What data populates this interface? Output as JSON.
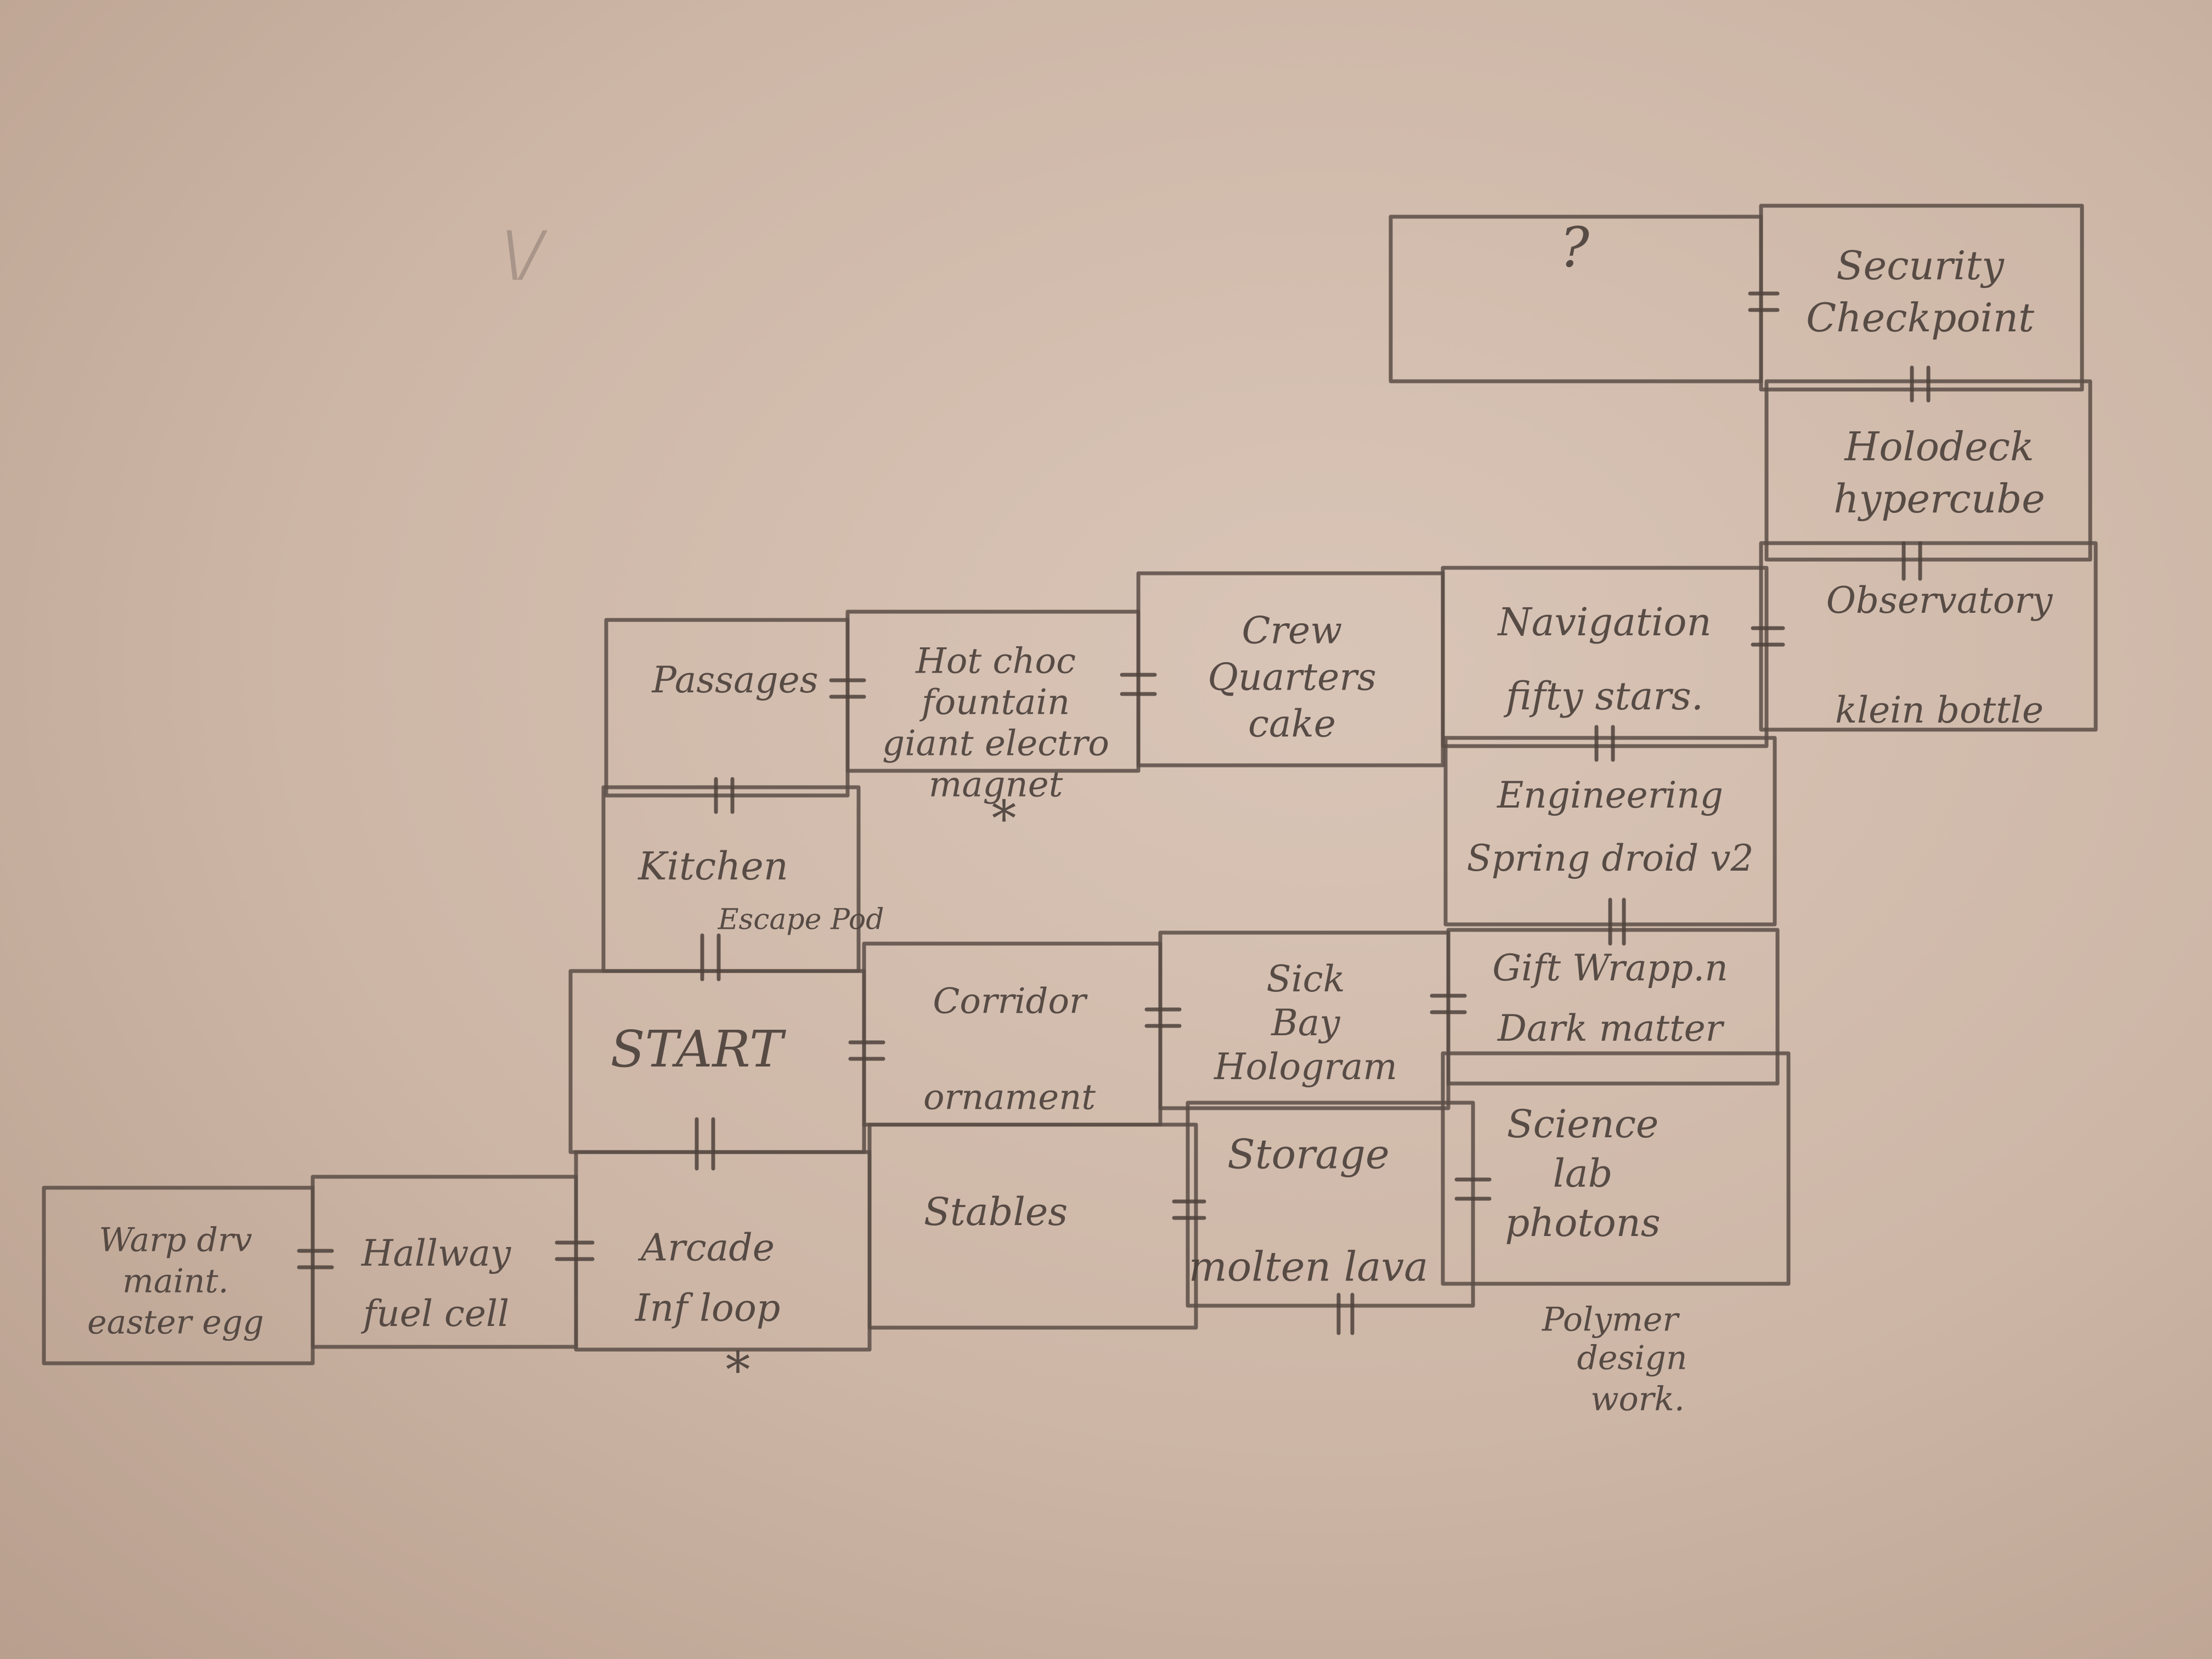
{
  "map": {
    "rooms": [
      {
        "id": "unknown",
        "lines": [
          "?"
        ]
      },
      {
        "id": "security-checkpoint",
        "lines": [
          "Security",
          "Checkpoint"
        ]
      },
      {
        "id": "holodeck",
        "lines": [
          "Holodeck",
          "hypercube"
        ]
      },
      {
        "id": "observatory",
        "lines": [
          "Observatory",
          "klein bottle"
        ]
      },
      {
        "id": "navigation",
        "lines": [
          "Navigation",
          "fifty stars."
        ]
      },
      {
        "id": "crew-quarters",
        "lines": [
          "Crew",
          "Quarters",
          "cake"
        ]
      },
      {
        "id": "hot-choc",
        "lines": [
          "Hot choc",
          "fountain",
          "giant electro",
          "magnet"
        ]
      },
      {
        "id": "passages",
        "lines": [
          "Passages"
        ]
      },
      {
        "id": "kitchen",
        "lines": [
          "Kitchen"
        ]
      },
      {
        "id": "engineering",
        "lines": [
          "Engineering",
          "Spring droid v2"
        ]
      },
      {
        "id": "start",
        "lines": [
          "START"
        ]
      },
      {
        "id": "corridor",
        "lines": [
          "Corridor",
          "ornament"
        ]
      },
      {
        "id": "sick-bay",
        "lines": [
          "Sick",
          "Bay",
          "Hologram"
        ]
      },
      {
        "id": "gift-wrapping",
        "lines": [
          "Gift Wrapp.n",
          "Dark matter"
        ]
      },
      {
        "id": "stables",
        "lines": [
          "Stables"
        ]
      },
      {
        "id": "storage",
        "lines": [
          "Storage",
          "molten lava"
        ]
      },
      {
        "id": "science-lab",
        "lines": [
          "Science",
          "lab",
          "photons"
        ]
      },
      {
        "id": "arcade",
        "lines": [
          "Arcade",
          "Inf loop"
        ]
      },
      {
        "id": "hallway",
        "lines": [
          "Hallway",
          "fuel cell"
        ]
      },
      {
        "id": "warp-drive",
        "lines": [
          "Warp drv",
          "maint.",
          "easter egg"
        ]
      }
    ],
    "notes": {
      "escape_pod": "Escape Pod",
      "polymer": [
        "Polymer",
        "design",
        "work."
      ],
      "star": "*",
      "ghost_mark": "\\/"
    }
  }
}
